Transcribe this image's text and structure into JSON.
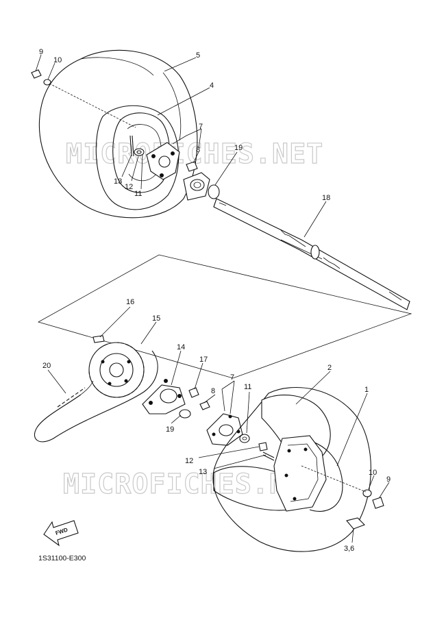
{
  "watermark": {
    "upper": "MICROFICHES.NET",
    "lower": "MICROFICHES.NET"
  },
  "drawing_code": "1S31100-E300",
  "fwd_arrow": {
    "label": "FWD",
    "icon": "fwd-arrow-icon"
  },
  "callouts": {
    "c1": "1",
    "c2": "2",
    "c3_6": "3,6",
    "c4": "4",
    "c5": "5",
    "c7_upper": "7",
    "c7_lower": "7",
    "c8_upper": "8",
    "c8_lower": "8",
    "c9_upper": "9",
    "c9_lower": "9",
    "c10_upper": "10",
    "c10_lower": "10",
    "c11_upper": "11",
    "c11_lower": "11",
    "c12_upper": "12",
    "c12_lower": "12",
    "c13_upper": "13",
    "c13_lower": "13",
    "c14": "14",
    "c15": "15",
    "c16": "16",
    "c17": "17",
    "c18": "18",
    "c19_upper": "19",
    "c19_lower": "19",
    "c20": "20"
  }
}
